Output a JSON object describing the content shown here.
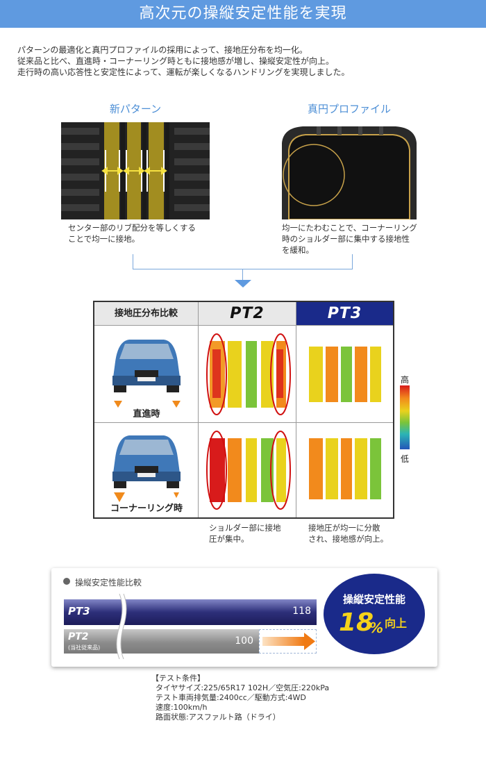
{
  "header": {
    "title": "高次元の操縦安定性能を実現"
  },
  "intro": {
    "lines": [
      "パターンの最適化と真円プロファイルの採用によって、接地圧分布を均一化。",
      "従来品と比べ、直進時・コーナーリング時ともに接地感が増し、操縦安定性が向上。",
      "走行時の高い応答性と安定性によって、運転が楽しくなるハンドリングを実現しました。"
    ]
  },
  "left_col": {
    "title": "新パターン",
    "caption": [
      "センター部のリブ配分を等しくする",
      "ことで均一に接地。"
    ]
  },
  "right_col": {
    "title": "真円プロファイル",
    "caption": [
      "均一にたわむことで、コーナーリング",
      "時のショルダー部に集中する接地性",
      "を緩和。"
    ]
  },
  "table": {
    "header_label": "接地圧分布比較",
    "col_pt2": "PT2",
    "col_pt3": "PT3",
    "rows": [
      {
        "label": "直進時"
      },
      {
        "label": "コーナーリング時"
      }
    ],
    "caption_pt2": [
      "ショルダー部に接地",
      "圧が集中。"
    ],
    "caption_pt3": [
      "接地圧が均一に分散",
      "され、接地感が向上。"
    ]
  },
  "legend": {
    "high": "高",
    "low": "低"
  },
  "performance": {
    "title": "操縦安定性能比較",
    "pt3_label": "PT3",
    "pt3_value": "118",
    "pt2_label": "PT2",
    "pt2_sub": "(当社従来品)",
    "pt2_value": "100",
    "badge_title": "操縦安定性能",
    "badge_number": "18",
    "badge_unit": "%",
    "badge_suffix": "向上"
  },
  "conditions": {
    "lines": [
      "【テスト条件】",
      "タイヤサイズ:225/65R17 102H／空気圧:220kPa",
      "テスト車両排気量:2400cc／駆動方式:4WD",
      "速度:100km/h",
      "路面状態:アスファルト路（ドライ）"
    ]
  },
  "colors": {
    "header": "#5f9ae0",
    "navy": "#1a2a8a",
    "accent_orange": "#f08a1c"
  }
}
